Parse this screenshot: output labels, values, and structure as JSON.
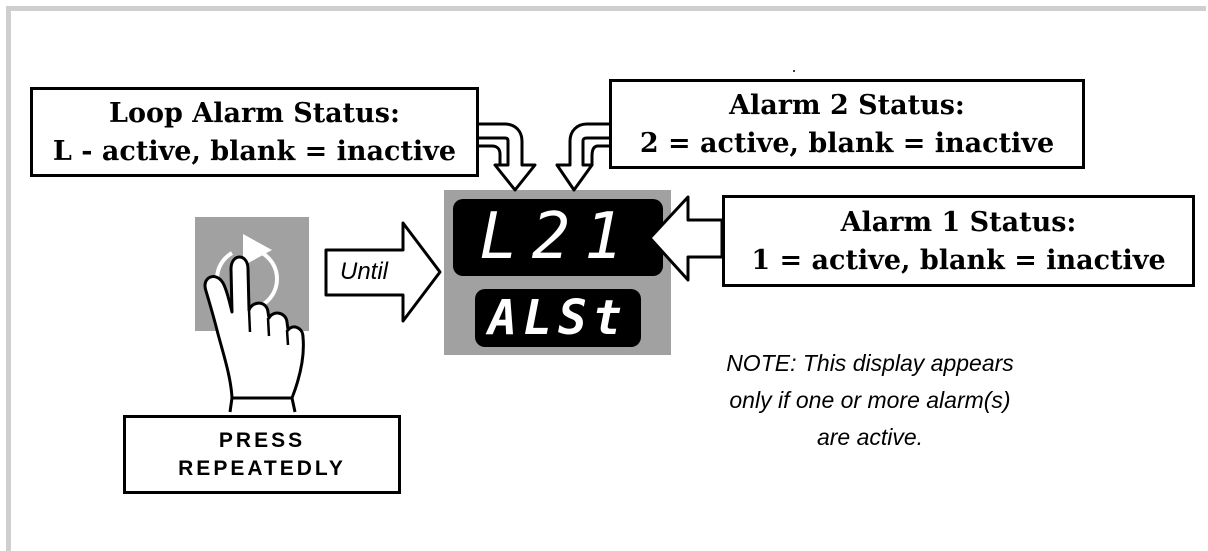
{
  "labels": {
    "loop_alarm": {
      "line1": "Loop Alarm Status:",
      "line2": "L - active, blank = inactive"
    },
    "alarm2": {
      "line1": "Alarm 2 Status:",
      "line2": "2 = active, blank = inactive"
    },
    "alarm1": {
      "line1": "Alarm 1 Status:",
      "line2": "1 = active, blank = inactive"
    }
  },
  "display": {
    "top_readout": "L21",
    "bottom_readout": "ALSt"
  },
  "press": {
    "line1": "PRESS",
    "line2": "REPEATEDLY"
  },
  "until": "Until",
  "note": {
    "line1": "NOTE: This display appears",
    "line2": "only if one or more alarm(s)",
    "line3": "are active."
  },
  "icons": [
    "advance-key-icon",
    "pointing-hand-icon",
    "arrow-icon"
  ],
  "colors": {
    "panel": "#a1a1a1",
    "lcd": "#000000",
    "frame": "#cfcfcf"
  }
}
